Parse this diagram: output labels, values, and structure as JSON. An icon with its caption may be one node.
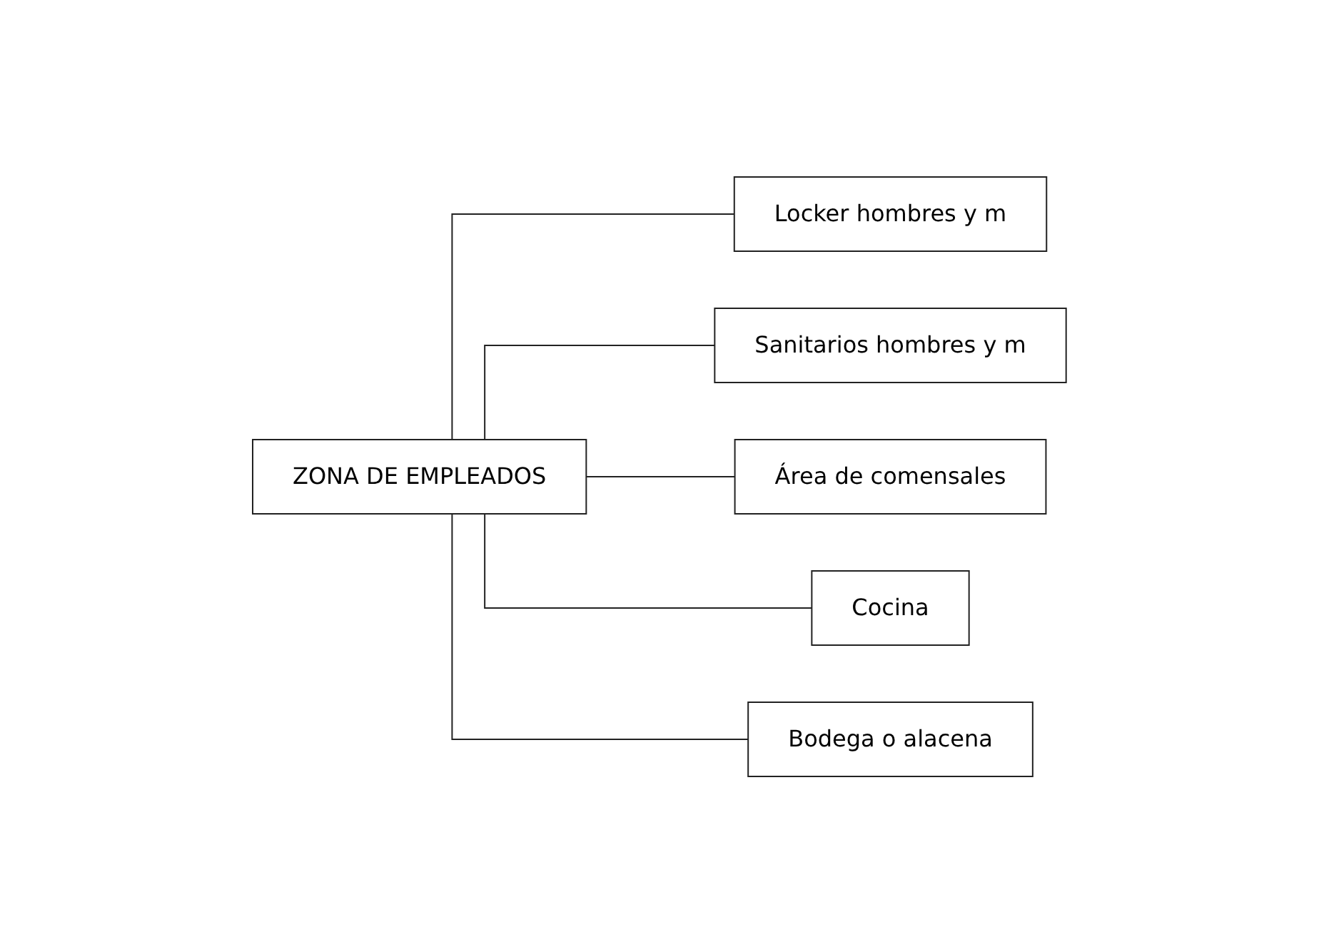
{
  "diagram": {
    "nodes": [
      {
        "text": [
          "ZONA DE EMPLEADOS"
        ]
      },
      {
        "text": [
          "Locker hombres y m"
        ]
      },
      {
        "text": [
          "Sanitarios hombres y m"
        ]
      },
      {
        "text": [
          "Área de comensales"
        ]
      },
      {
        "text": [
          "Cocina"
        ]
      },
      {
        "text": [
          "Bodega o alacena"
        ]
      }
    ],
    "edges": [
      {
        "from": 0,
        "to": 1,
        "arrow": "none"
      },
      {
        "from": 0,
        "to": 2,
        "arrow": "none"
      },
      {
        "from": 0,
        "to": 3,
        "arrow": "none"
      },
      {
        "from": 0,
        "to": 4,
        "arrow": "none"
      },
      {
        "from": 0,
        "to": 5,
        "arrow": "none"
      }
    ]
  }
}
